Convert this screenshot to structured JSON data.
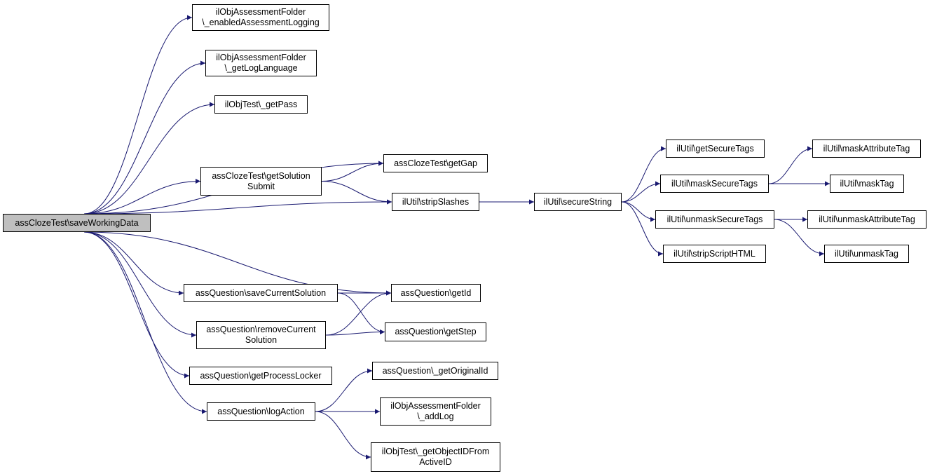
{
  "colors": {
    "edge": "#191970",
    "node_border": "#000000",
    "node_fill": "#ffffff",
    "root_fill": "#bfbfbf"
  },
  "nodes": {
    "root": {
      "lines": [
        "assClozeTest\\saveWorkingData"
      ]
    },
    "enabled_logging": {
      "lines": [
        "ilObjAssessmentFolder",
        "\\_enabledAssessmentLogging"
      ]
    },
    "get_log_language": {
      "lines": [
        "ilObjAssessmentFolder",
        "\\_getLogLanguage"
      ]
    },
    "get_pass": {
      "lines": [
        "ilObjTest\\_getPass"
      ]
    },
    "get_solution_submit": {
      "lines": [
        "assClozeTest\\getSolution",
        "Submit"
      ]
    },
    "get_gap": {
      "lines": [
        "assClozeTest\\getGap"
      ]
    },
    "strip_slashes": {
      "lines": [
        "ilUtil\\stripSlashes"
      ]
    },
    "secure_string": {
      "lines": [
        "ilUtil\\secureString"
      ]
    },
    "get_secure_tags": {
      "lines": [
        "ilUtil\\getSecureTags"
      ]
    },
    "mask_secure_tags": {
      "lines": [
        "ilUtil\\maskSecureTags"
      ]
    },
    "mask_attribute_tag": {
      "lines": [
        "ilUtil\\maskAttributeTag"
      ]
    },
    "mask_tag": {
      "lines": [
        "ilUtil\\maskTag"
      ]
    },
    "unmask_secure_tags": {
      "lines": [
        "ilUtil\\unmaskSecureTags"
      ]
    },
    "unmask_attribute_tag": {
      "lines": [
        "ilUtil\\unmaskAttributeTag"
      ]
    },
    "unmask_tag": {
      "lines": [
        "ilUtil\\unmaskTag"
      ]
    },
    "strip_script_html": {
      "lines": [
        "ilUtil\\stripScriptHTML"
      ]
    },
    "save_current_solution": {
      "lines": [
        "assQuestion\\saveCurrentSolution"
      ]
    },
    "get_id": {
      "lines": [
        "assQuestion\\getId"
      ]
    },
    "remove_current_solution": {
      "lines": [
        "assQuestion\\removeCurrent",
        "Solution"
      ]
    },
    "get_step": {
      "lines": [
        "assQuestion\\getStep"
      ]
    },
    "get_process_locker": {
      "lines": [
        "assQuestion\\getProcessLocker"
      ]
    },
    "log_action": {
      "lines": [
        "assQuestion\\logAction"
      ]
    },
    "get_original_id": {
      "lines": [
        "assQuestion\\_getOriginalId"
      ]
    },
    "add_log": {
      "lines": [
        "ilObjAssessmentFolder",
        "\\_addLog"
      ]
    },
    "get_object_id_from_active_id": {
      "lines": [
        "ilObjTest\\_getObjectIDFrom",
        "ActiveID"
      ]
    }
  },
  "edges": [
    [
      "root",
      "enabled_logging"
    ],
    [
      "root",
      "get_log_language"
    ],
    [
      "root",
      "get_pass"
    ],
    [
      "root",
      "get_gap"
    ],
    [
      "root",
      "get_solution_submit"
    ],
    [
      "root",
      "strip_slashes"
    ],
    [
      "root",
      "get_id"
    ],
    [
      "root",
      "save_current_solution"
    ],
    [
      "root",
      "remove_current_solution"
    ],
    [
      "root",
      "get_process_locker"
    ],
    [
      "root",
      "log_action"
    ],
    [
      "get_solution_submit",
      "get_gap"
    ],
    [
      "get_solution_submit",
      "strip_slashes"
    ],
    [
      "strip_slashes",
      "secure_string"
    ],
    [
      "secure_string",
      "get_secure_tags"
    ],
    [
      "secure_string",
      "mask_secure_tags"
    ],
    [
      "secure_string",
      "unmask_secure_tags"
    ],
    [
      "secure_string",
      "strip_script_html"
    ],
    [
      "mask_secure_tags",
      "mask_attribute_tag"
    ],
    [
      "mask_secure_tags",
      "mask_tag"
    ],
    [
      "unmask_secure_tags",
      "unmask_attribute_tag"
    ],
    [
      "unmask_secure_tags",
      "unmask_tag"
    ],
    [
      "save_current_solution",
      "get_id"
    ],
    [
      "save_current_solution",
      "get_step"
    ],
    [
      "remove_current_solution",
      "get_id"
    ],
    [
      "remove_current_solution",
      "get_step"
    ],
    [
      "log_action",
      "get_original_id"
    ],
    [
      "log_action",
      "add_log"
    ],
    [
      "log_action",
      "get_object_id_from_active_id"
    ]
  ]
}
